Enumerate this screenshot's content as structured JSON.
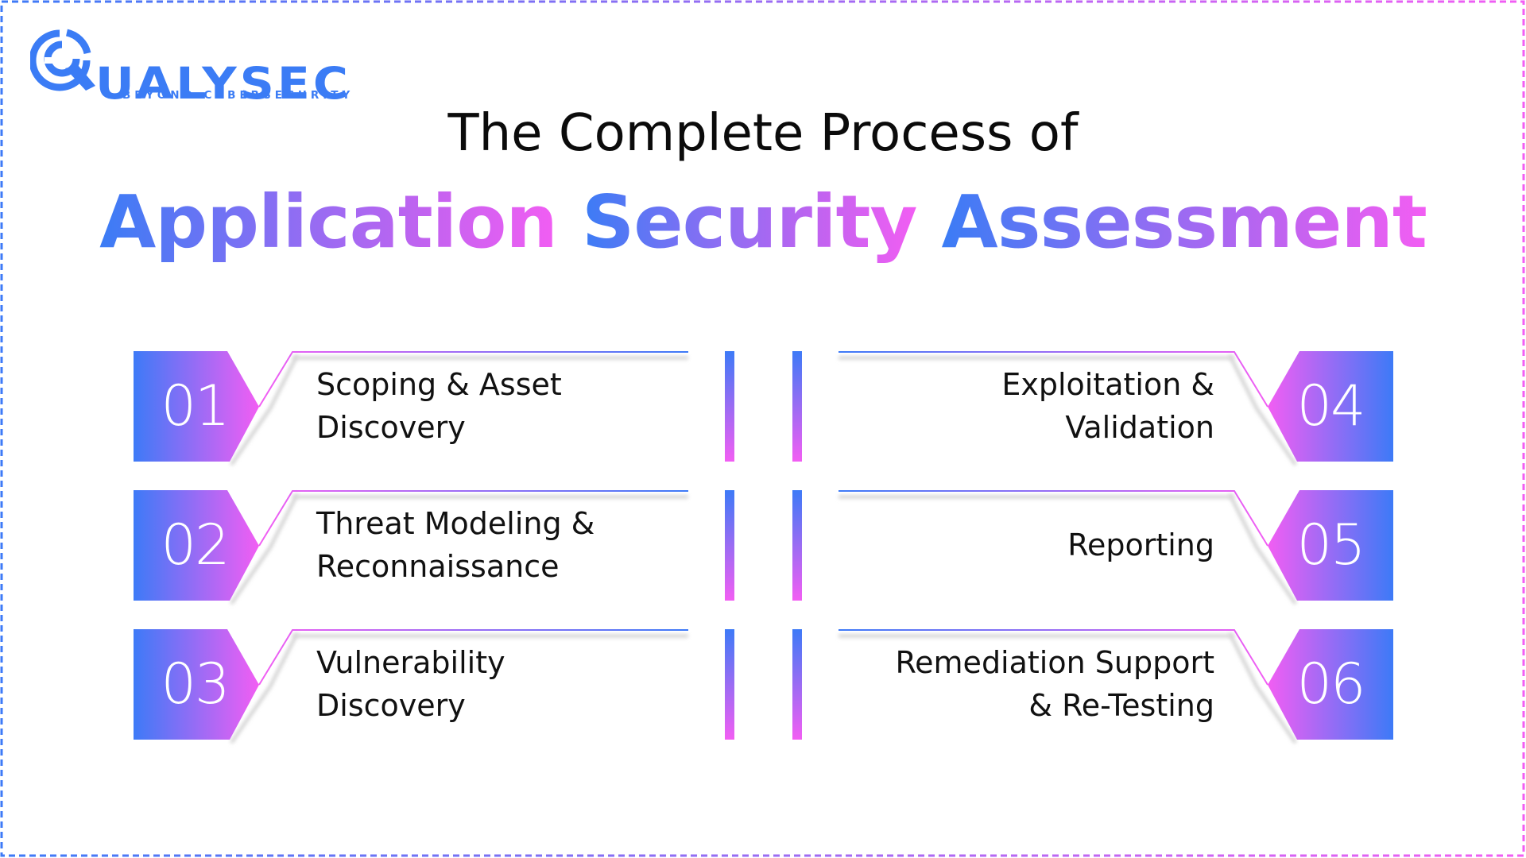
{
  "logo": {
    "wordmark_rest": "UALYSEC",
    "wordmark_full": "QUALYSEC",
    "tagline": "BEYOND CYBERSECURITY",
    "icon": "magnifier-q-icon"
  },
  "title": {
    "line1": "The Complete Process of",
    "line2_words": [
      "Application",
      "Security",
      "Assessment"
    ]
  },
  "colors": {
    "blue": "#3d7af7",
    "purple": "#a66bf2",
    "pink": "#f25ef3",
    "text": "#111111",
    "background": "#ffffff"
  },
  "steps": {
    "left": [
      {
        "number": "01",
        "line1": "Scoping & Asset",
        "line2": "Discovery"
      },
      {
        "number": "02",
        "line1": "Threat Modeling &",
        "line2": "Reconnaissance"
      },
      {
        "number": "03",
        "line1": "Vulnerability",
        "line2": "Discovery"
      }
    ],
    "right": [
      {
        "number": "04",
        "line1": "Exploitation &",
        "line2": "Validation"
      },
      {
        "number": "05",
        "line1": "Reporting",
        "line2": ""
      },
      {
        "number": "06",
        "line1": "Remediation Support",
        "line2": "& Re-Testing"
      }
    ]
  }
}
